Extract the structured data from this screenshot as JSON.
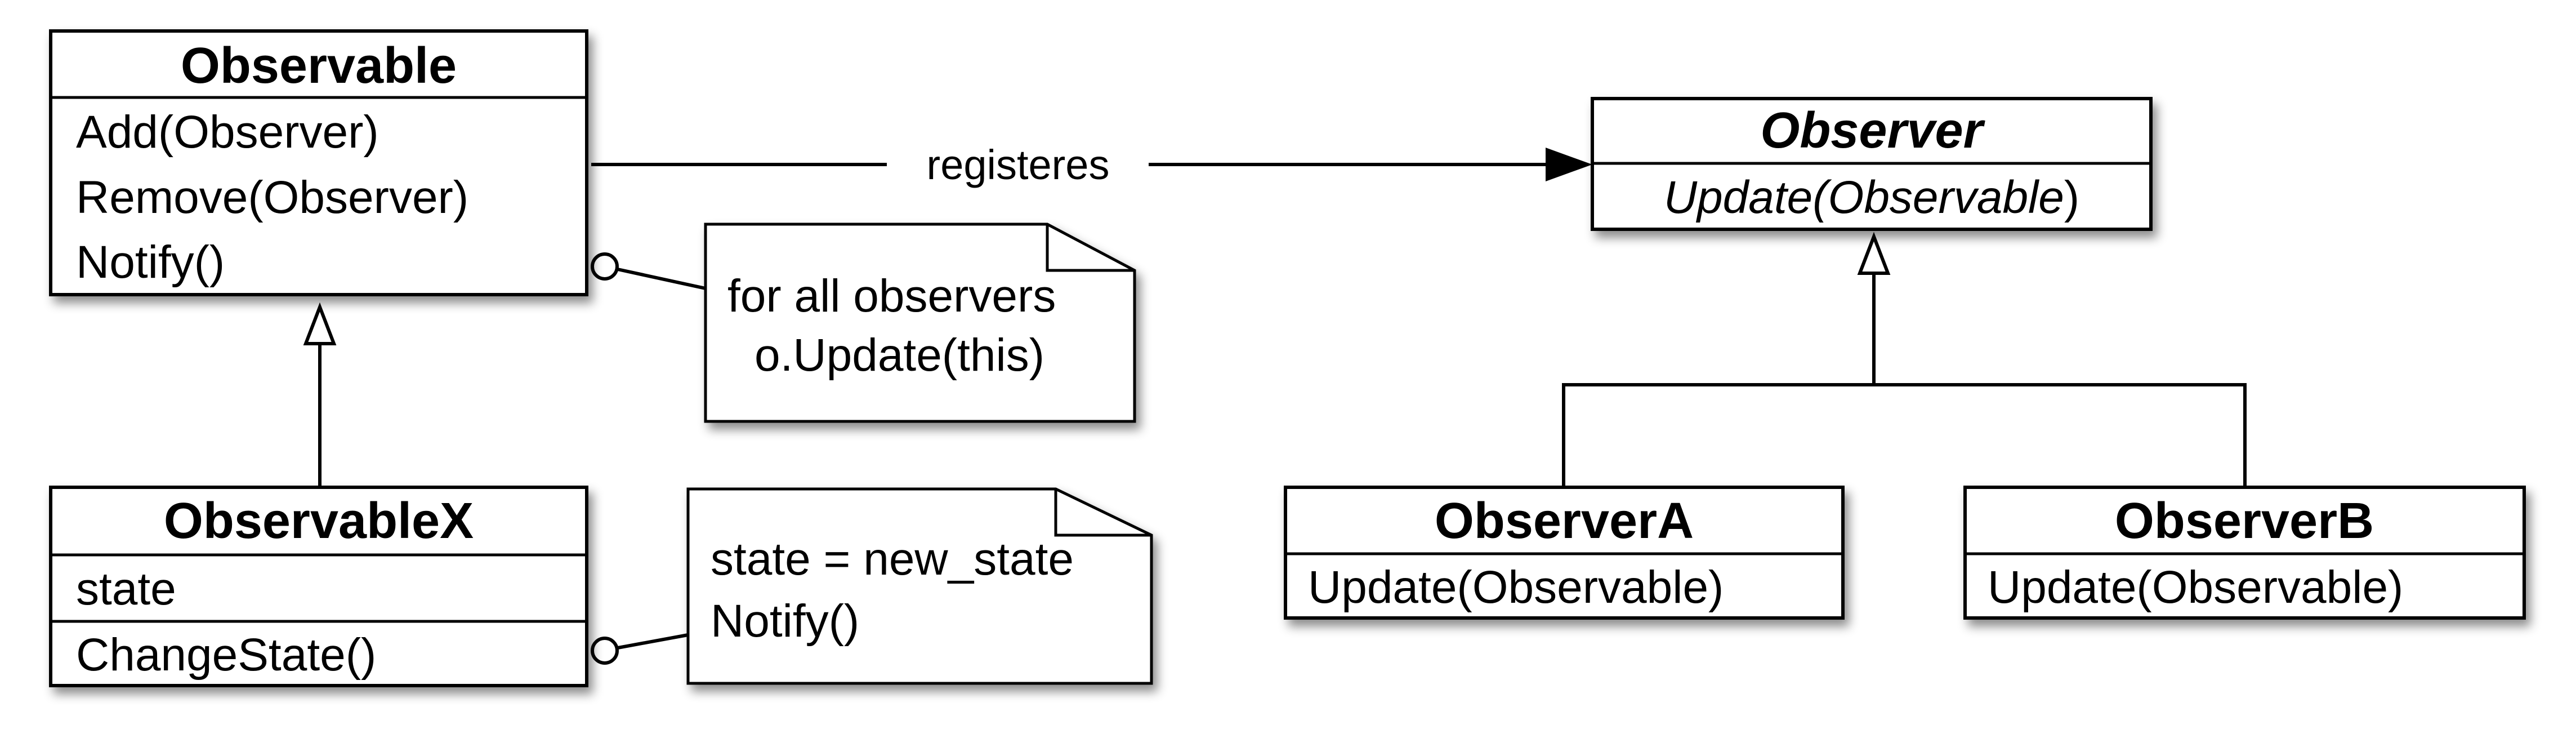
{
  "classes": {
    "observable": {
      "name": "Observable",
      "methods": [
        "Add(Observer)",
        "Remove(Observer)",
        "Notify()"
      ]
    },
    "observable_x": {
      "name": "ObservableX",
      "attributes": [
        "state"
      ],
      "methods": [
        "ChangeState()"
      ]
    },
    "observer": {
      "name": "Observer",
      "method_name": "Update(Observable",
      "method_suffix": ")"
    },
    "observer_a": {
      "name": "ObserverA",
      "methods": [
        "Update(Observable)"
      ]
    },
    "observer_b": {
      "name": "ObserverB",
      "methods": [
        "Update(Observable)"
      ]
    }
  },
  "relations": {
    "registers_label": "registeres"
  },
  "notes": {
    "notify_note": [
      "for all observers",
      "o.Update(this)"
    ],
    "change_state_note": [
      "state = new_state",
      "Notify()"
    ]
  }
}
